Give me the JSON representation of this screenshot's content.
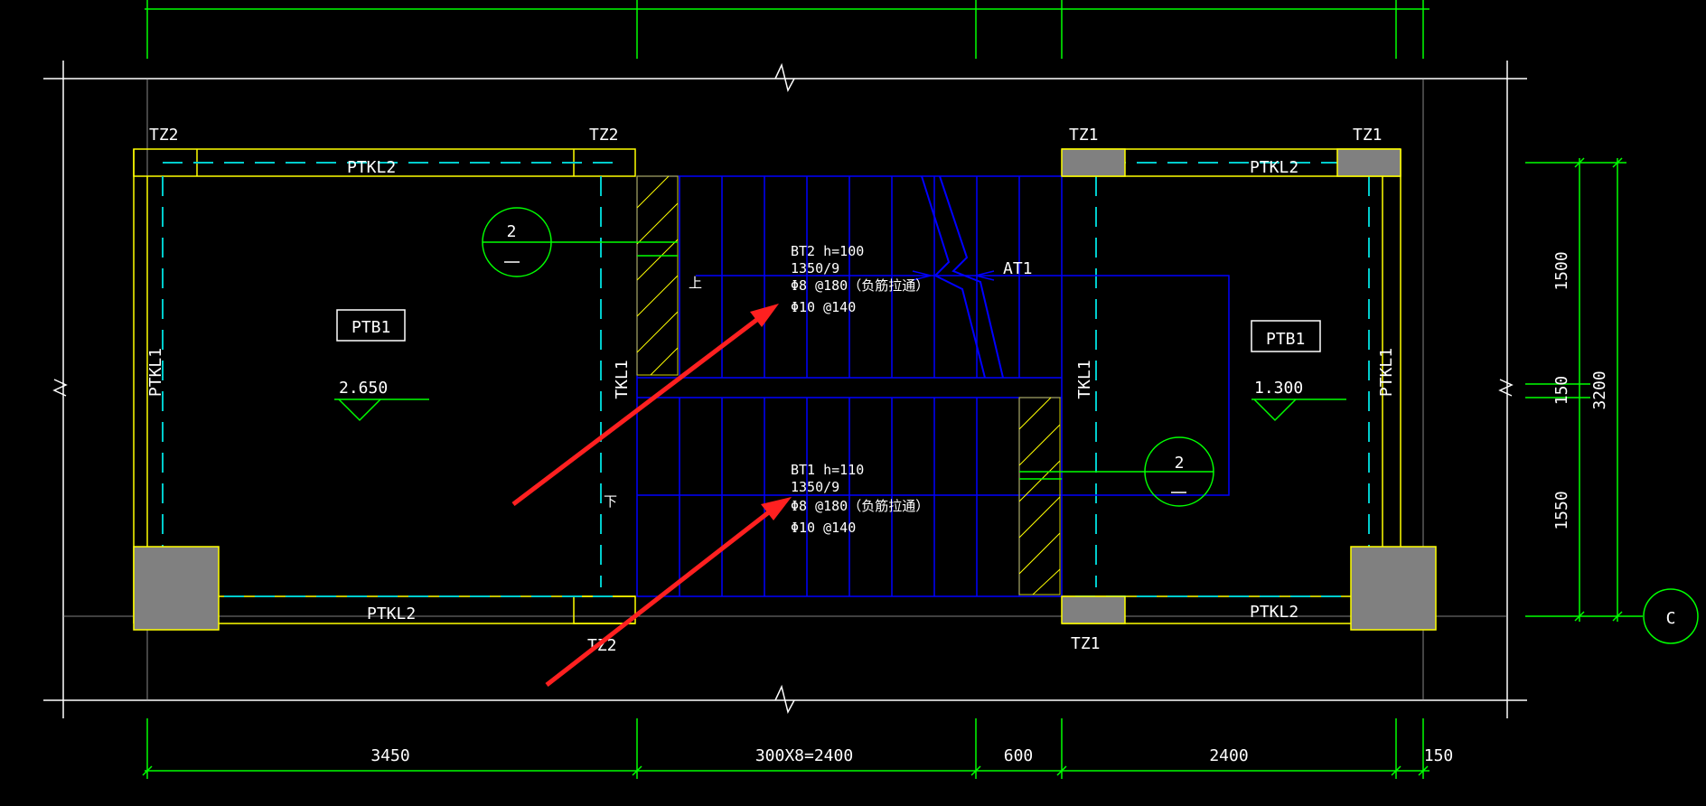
{
  "colors": {
    "background": "#000000",
    "dimension": "#00ff00",
    "grid_line": "#ffffff",
    "wall": "#ffff00",
    "beam_dash": "#00cccc",
    "stair": "#0000ff",
    "column_fill": "#808080",
    "arrow": "#ff2020",
    "text": "#ffffff"
  },
  "labels": {
    "tz2_top_left": "TZ2",
    "tz2_top_mid": "TZ2",
    "tz1_top_left": "TZ1",
    "tz1_top_right": "TZ1",
    "tz2_bottom": "TZ2",
    "tz1_bottom": "TZ1",
    "ptkl2_top_left": "PTKL2",
    "ptkl2_top_right": "PTKL2",
    "ptkl2_bottom_left": "PTKL2",
    "ptkl2_bottom_right": "PTKL2",
    "ptkl1_left": "PTKL1",
    "ptkl1_right": "PTKL1",
    "tkl1_left": "TKL1",
    "tkl1_right": "TKL1",
    "ptb1_left": "PTB1",
    "ptb1_right": "PTB1",
    "elev_left": "2.650",
    "elev_right": "1.300",
    "up_mark": "上",
    "down_mark": "下",
    "at1": "AT1",
    "section_num": "2",
    "grid_axis": "C"
  },
  "stair_notes": {
    "bt2": [
      "BT2  h=100",
      "1350/9",
      "Φ8 @180（负筋拉通）",
      "Φ10 @140"
    ],
    "bt1": [
      "BT1  h=110",
      "1350/9",
      "Φ8 @180（负筋拉通）",
      "Φ10 @140"
    ]
  },
  "dimensions": {
    "bottom": [
      "3450",
      "300X8=2400",
      "600",
      "2400",
      "150"
    ],
    "right": [
      "1500",
      "150",
      "1550",
      "3200"
    ]
  }
}
